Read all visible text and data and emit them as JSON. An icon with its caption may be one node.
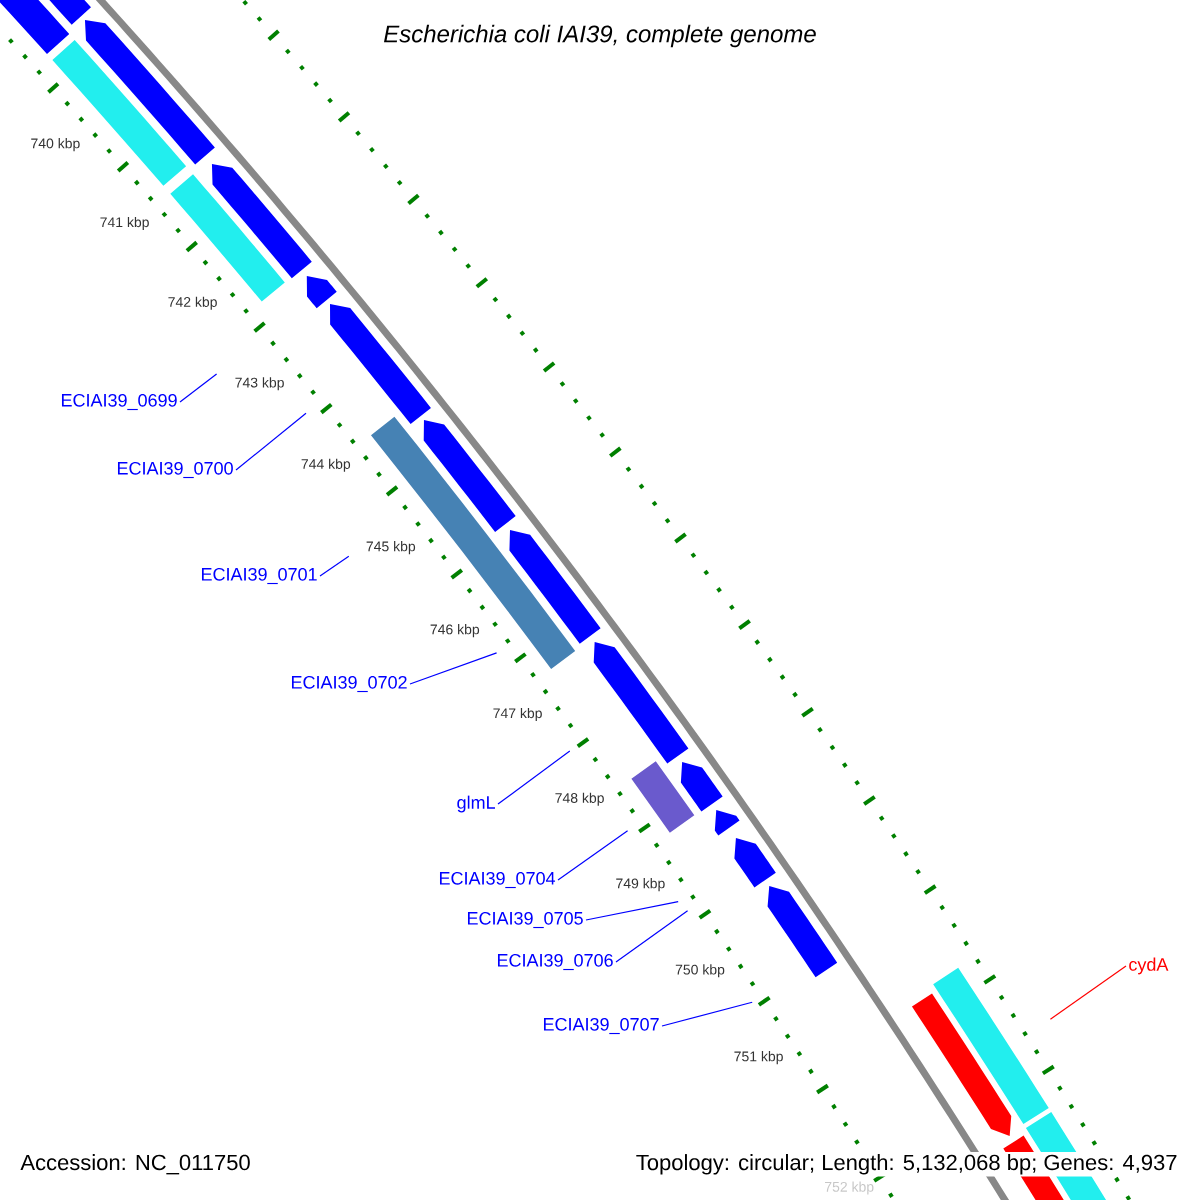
{
  "diagram": {
    "title": "Escherichia coli IAI39, complete genome",
    "nodes": [
      {
        "text": [
          "ECIAI39_0699"
        ]
      },
      {
        "text": [
          "ECIAI39_0700"
        ]
      },
      {
        "text": [
          "ECIAI39_0701"
        ]
      },
      {
        "text": [
          "ECIAI39_0702"
        ]
      },
      {
        "text": [
          "glmL"
        ]
      },
      {
        "text": [
          "ECIAI39_0704"
        ]
      },
      {
        "text": [
          "ECIAI39_0705"
        ]
      },
      {
        "text": [
          "ECIAI39_0706"
        ]
      },
      {
        "text": [
          "ECIAI39_0707"
        ]
      },
      {
        "text": [
          "cydA"
        ]
      }
    ],
    "edges": [
      {
        "from": 0,
        "to": null,
        "arrow": "none"
      },
      {
        "from": 1,
        "to": null,
        "arrow": "none"
      },
      {
        "from": 2,
        "to": null,
        "arrow": "none"
      },
      {
        "from": 3,
        "to": null,
        "arrow": "none"
      },
      {
        "from": 4,
        "to": null,
        "arrow": "none"
      },
      {
        "from": 5,
        "to": null,
        "arrow": "none"
      },
      {
        "from": 6,
        "to": null,
        "arrow": "none"
      },
      {
        "from": 7,
        "to": null,
        "arrow": "none"
      },
      {
        "from": 8,
        "to": null,
        "arrow": "none"
      },
      {
        "from": 9,
        "to": null,
        "arrow": "none",
        "color": "#ff0000"
      }
    ],
    "labels": [
      "740 kbp",
      "741 kbp",
      "742 kbp",
      "743 kbp",
      "744 kbp",
      "745 kbp",
      "746 kbp",
      "747 kbp",
      "748 kbp",
      "749 kbp",
      "750 kbp",
      "751 kbp",
      "752 kbp",
      "Accession: NC_011750",
      "Topology: circular; Length: 5,132,068 bp; Genes: 4,937"
    ]
  }
}
